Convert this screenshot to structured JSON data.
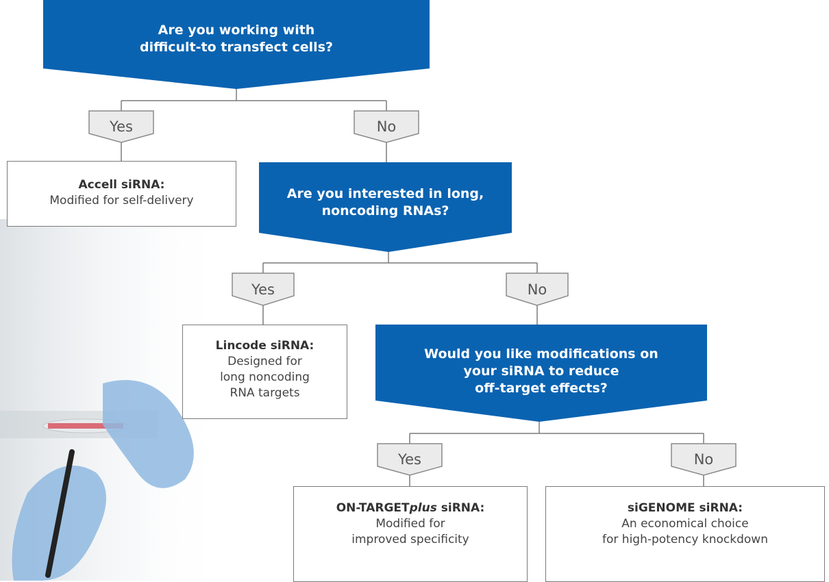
{
  "colors": {
    "question_fill": "#0a63b1",
    "tag_fill": "#ebebeb",
    "tag_stroke": "#8a8a8a",
    "line": "#7a7a7a",
    "glove": "#8fb8e0"
  },
  "questions": {
    "q1": "Are you working with\ndifficult-to transfect cells?",
    "q2": "Are you interested in long,\nnoncoding RNAs?",
    "q3": "Would you like modifications on\nyour siRNA to reduce\noff-target effects?"
  },
  "tags": {
    "q1_yes": "Yes",
    "q1_no": "No",
    "q2_yes": "Yes",
    "q2_no": "No",
    "q3_yes": "Yes",
    "q3_no": "No"
  },
  "results": {
    "accell": {
      "title": "Accell siRNA:",
      "desc": "Modified for self-delivery"
    },
    "lincode": {
      "title": "Lincode siRNA:",
      "desc": "Designed for\nlong noncoding\nRNA targets"
    },
    "ontarget": {
      "title_main": "ON-TARGET",
      "title_italic": "plus",
      "title_end": " siRNA:",
      "desc": "Modified for\nimproved specificity"
    },
    "sigenome": {
      "title": "siGENOME siRNA:",
      "desc": "An economical choice\nfor high-potency knockdown"
    }
  },
  "background": {
    "photo": "lab-hands-petri-dish"
  }
}
